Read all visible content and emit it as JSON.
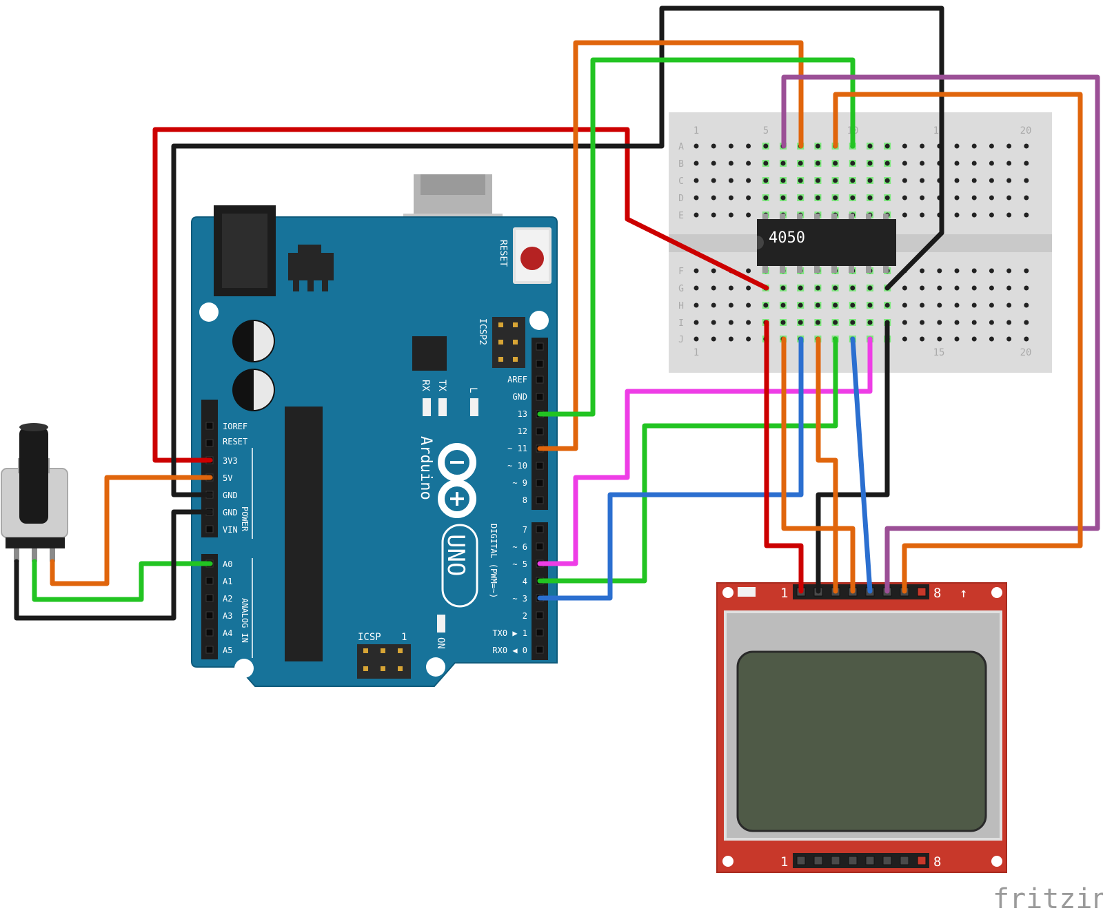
{
  "breadboard": {
    "rows_top": [
      "A",
      "B",
      "C",
      "D",
      "E"
    ],
    "rows_bottom": [
      "F",
      "G",
      "H",
      "I",
      "J"
    ],
    "col_numbers_top": [
      "1",
      "5",
      "10",
      "15",
      "20"
    ],
    "col_numbers_bottom": [
      "1",
      "15",
      "20"
    ]
  },
  "ic": {
    "label": "4050"
  },
  "arduino": {
    "brand": "Arduino",
    "model": "UNO",
    "reset_label": "RESET",
    "icsp2_label": "ICSP2",
    "icsp_label": "ICSP",
    "icsp_pin1": "1",
    "led_tx": "TX",
    "led_rx": "RX",
    "led_l": "L",
    "led_on": "ON",
    "power_title": "POWER",
    "analog_title": "ANALOG IN",
    "digital_title": "DIGITAL (PWM=~)",
    "power_pins": [
      "IOREF",
      "RESET",
      "3V3",
      "5V",
      "GND",
      "GND",
      "VIN"
    ],
    "analog_pins": [
      "A0",
      "A1",
      "A2",
      "A3",
      "A4",
      "A5"
    ],
    "digital_top": [
      "AREF",
      "GND",
      "13",
      "12",
      "~ 11",
      "~ 10",
      "~ 9",
      "8"
    ],
    "digital_bottom": [
      "7",
      "~ 6",
      "~ 5",
      "4",
      "~ 3",
      "2",
      "TX0 ▶ 1",
      "RX0 ◀ 0"
    ]
  },
  "lcd": {
    "top_pin_first": "1",
    "top_pin_last": "8",
    "bottom_pin_first": "1",
    "bottom_pin_last": "8",
    "arrow": "↑"
  },
  "watermark": "fritzing",
  "colors": {
    "board": "#17739a",
    "red": "#cc0000",
    "black": "#1a1a1a",
    "orange": "#e0650c",
    "green": "#22c422",
    "blue": "#2b6fd0",
    "magenta": "#ee3de6",
    "purple": "#9b4f96",
    "lcd_pcb": "#c8382a",
    "lcd_screen": "#4f5a47"
  }
}
